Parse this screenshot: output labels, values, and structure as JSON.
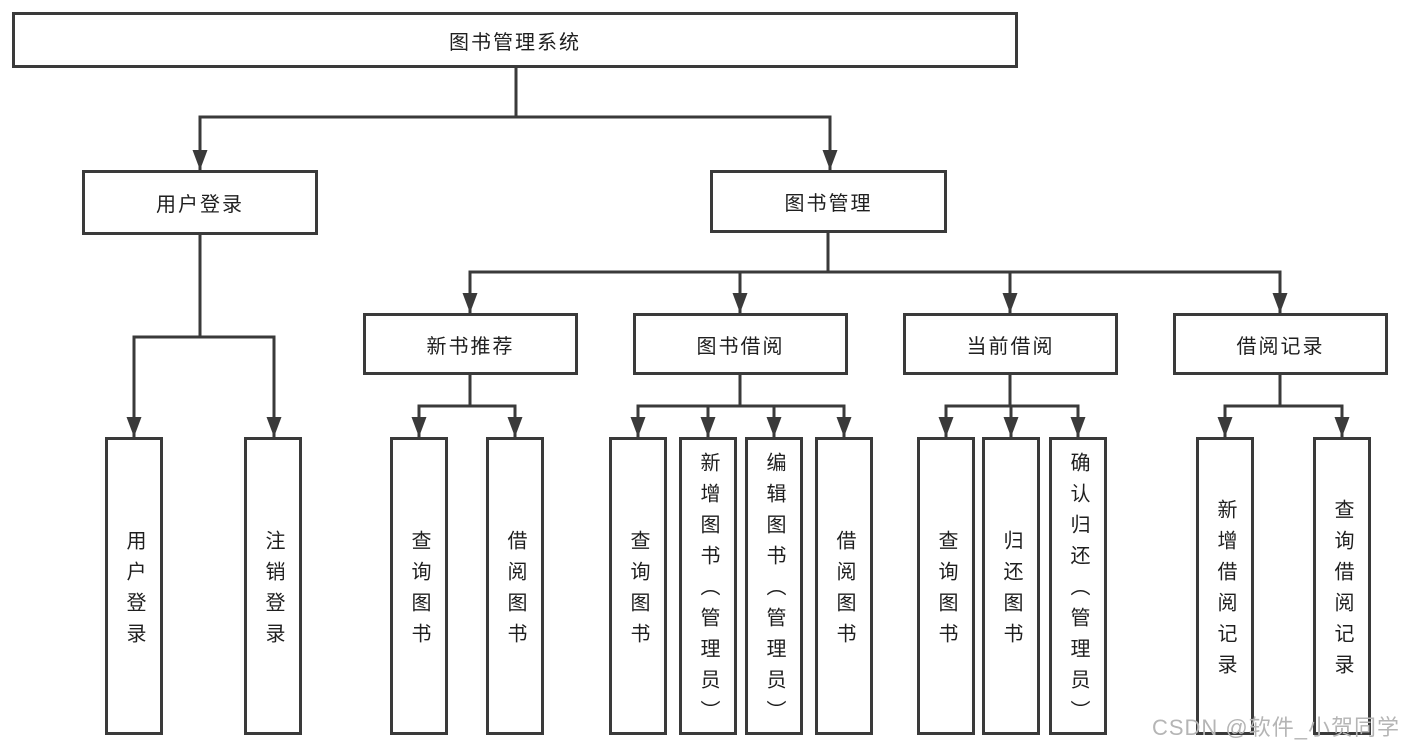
{
  "tree": {
    "label": "图书管理系统",
    "children": [
      {
        "label": "用户登录",
        "children": [
          {
            "label": "用户登录"
          },
          {
            "label": "注销登录"
          }
        ]
      },
      {
        "label": "图书管理",
        "children": [
          {
            "label": "新书推荐",
            "children": [
              {
                "label": "查询图书"
              },
              {
                "label": "借阅图书"
              }
            ]
          },
          {
            "label": "图书借阅",
            "children": [
              {
                "label": "查询图书"
              },
              {
                "label": "新增图书（管理员）"
              },
              {
                "label": "编辑图书（管理员）"
              },
              {
                "label": "借阅图书"
              }
            ]
          },
          {
            "label": "当前借阅",
            "children": [
              {
                "label": "查询图书"
              },
              {
                "label": "归还图书"
              },
              {
                "label": "确认归还（管理员）"
              }
            ]
          },
          {
            "label": "借阅记录",
            "children": [
              {
                "label": "新增借阅记录"
              },
              {
                "label": "查询借阅记录"
              }
            ]
          }
        ]
      }
    ]
  },
  "watermark": {
    "text": "CSDN @软件_小贺同学"
  },
  "colors": {
    "line": "#3a3a3a",
    "text": "#1f1f1f",
    "watermark": "#b5b5b5",
    "background": "#ffffff"
  }
}
